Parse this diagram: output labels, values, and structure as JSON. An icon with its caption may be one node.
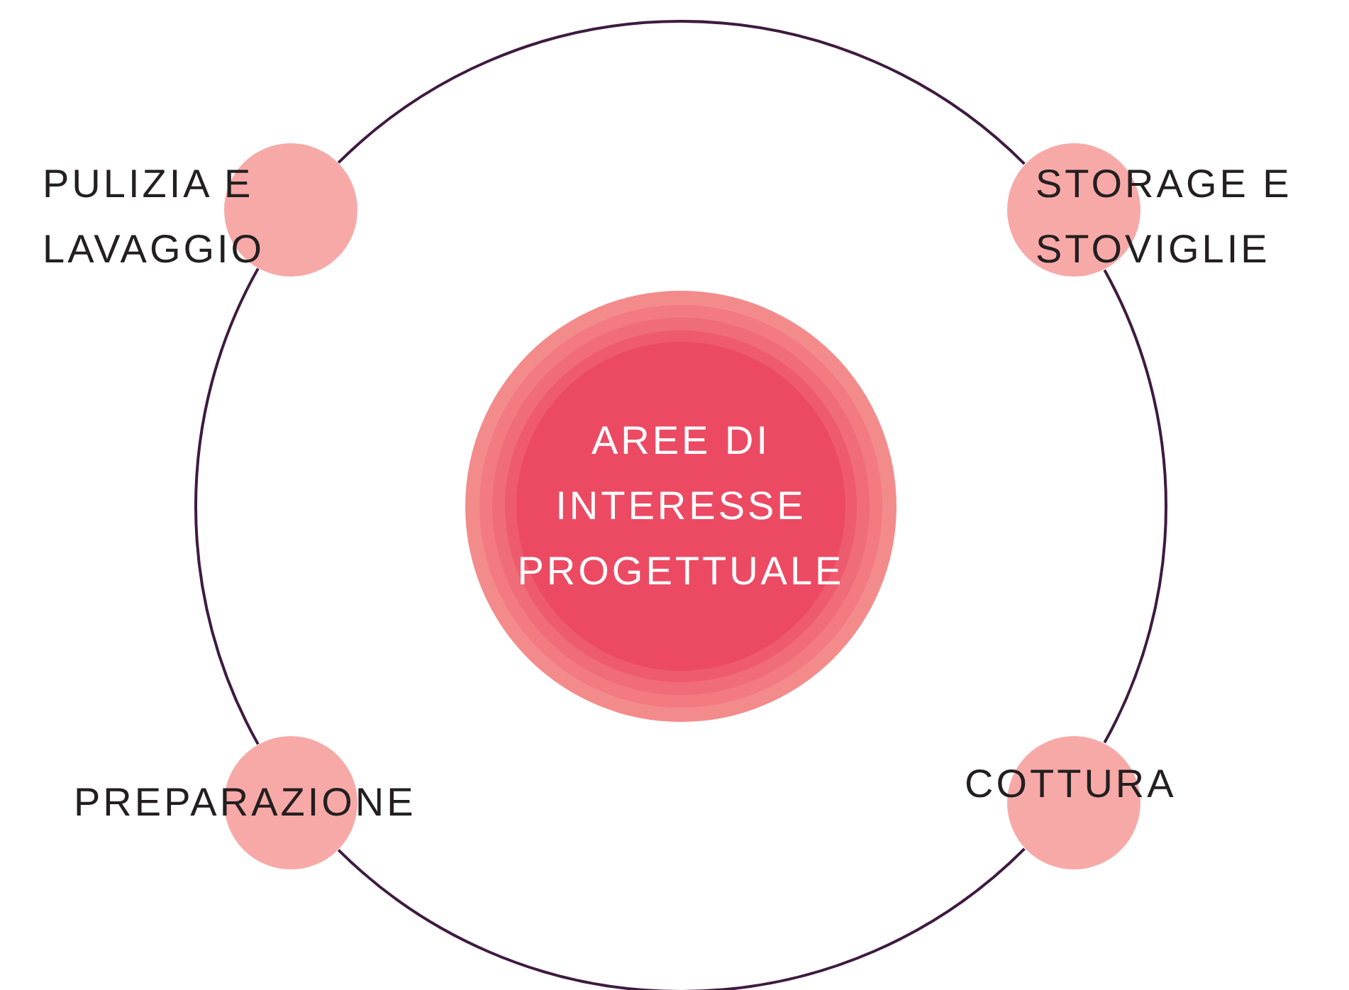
{
  "diagram": {
    "nodes": [
      {
        "text": [
          "AREE DI INTERESSE PROGETTUALE"
        ]
      },
      {
        "text": [
          "PULIZIA E LAVAGGIO"
        ]
      },
      {
        "text": [
          "STORAGE E STOVIGLIE"
        ]
      },
      {
        "text": [
          "PREPARAZIONE"
        ]
      },
      {
        "text": [
          "COTTURA"
        ]
      }
    ],
    "edges": [
      {
        "from": 1,
        "to": 2,
        "arrow": "none"
      },
      {
        "from": 2,
        "to": 4,
        "arrow": "none"
      },
      {
        "from": 4,
        "to": 3,
        "arrow": "none"
      },
      {
        "from": 3,
        "to": 1,
        "arrow": "none"
      }
    ]
  }
}
